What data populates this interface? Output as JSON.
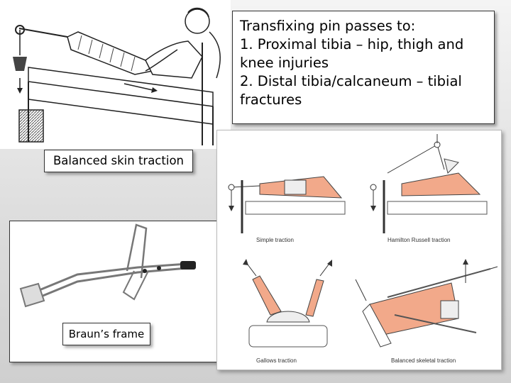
{
  "text_box": {
    "lines": [
      "Transfixing pin passes to:",
      "1. Proximal tibia – hip, thigh and",
      "knee injuries",
      "2. Distal tibia/calcaneum – tibial",
      "fractures"
    ]
  },
  "captions": {
    "balanced_skin_traction": "Balanced skin traction",
    "brauns_frame": "Braun’s frame"
  },
  "diagram_labels": {
    "simple": "Simple traction",
    "hamilton": "Hamilton Russell traction",
    "gallows": "Gallows traction",
    "balanced_skeletal": "Balanced skeletal traction"
  }
}
